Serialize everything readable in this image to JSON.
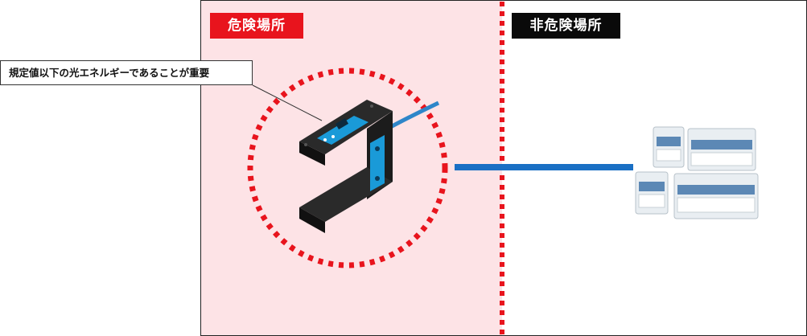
{
  "zones": {
    "hazardous": {
      "label": "危険場所",
      "color": "#e8141d"
    },
    "non_hazardous": {
      "label": "非危険場所",
      "color": "#0a0a0a"
    }
  },
  "callout": {
    "text": "規定値以下の光エネルギーであることが重要"
  },
  "colors": {
    "hazard_background": "#fde3e6",
    "boundary_line": "#e8141d",
    "cable": "#1a6fc4",
    "sensor_body": "#1a1a1a",
    "sensor_panel": "#1a9ad8"
  },
  "components": {
    "sensor": {
      "icon": "fork-photoelectric-sensor-icon"
    },
    "amplifiers": {
      "icon": "amplifier-units-icon"
    }
  }
}
